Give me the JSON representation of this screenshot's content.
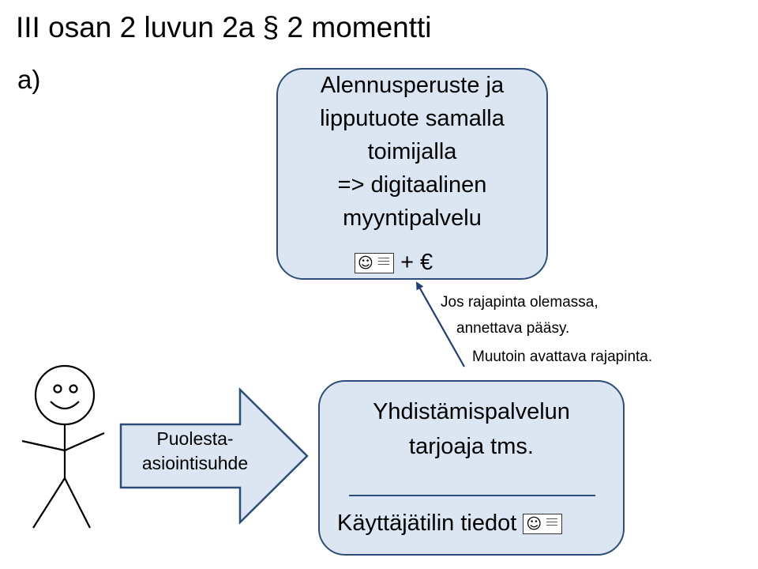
{
  "heading": {
    "title": "III osan 2 luvun 2a § 2 momentti",
    "subtitle": "a)"
  },
  "top_box": {
    "lines": [
      "Alennusperuste  ja",
      "lipputuote  samalla",
      "toimijalla",
      "=> digitaalinen",
      "myyntipalvelu"
    ],
    "payment_text": "+ €",
    "card_icon": "id-card-smiley-icon"
  },
  "bottom_box": {
    "lines": [
      "Yhdistämispalvelun",
      "tarjoaja tms."
    ],
    "account_text": "Käyttäjätilin tiedot",
    "card_icon": "id-card-smiley-icon"
  },
  "arrow_annotation": {
    "lines": [
      "Jos rajapinta olemassa,",
      "annettava pääsy.",
      "Muutoin avattava rajapinta."
    ]
  },
  "block_arrow": {
    "lines": [
      "Puolesta-",
      "asiointisuhde"
    ]
  },
  "person_icon": "stick-figure-icon",
  "colors": {
    "box_fill": "#dce6f2",
    "box_border": "#2f4d7a",
    "arrow": "#1f3f73"
  }
}
